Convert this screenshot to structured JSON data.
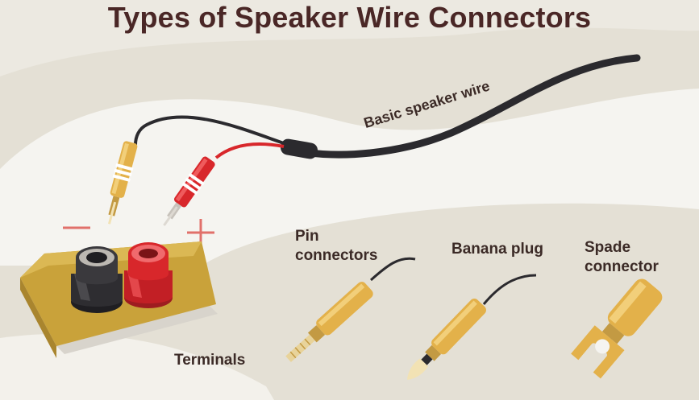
{
  "title": "Types of Speaker Wire Connectors",
  "labels": {
    "basic_wire": "Basic speaker wire",
    "pin_line1": "Pin",
    "pin_line2": "connectors",
    "banana": "Banana plug",
    "spade_line1": "Spade",
    "spade_line2": "connector",
    "terminals": "Terminals"
  },
  "symbols": {
    "minus": "−",
    "plus": "+"
  },
  "colors": {
    "background": "#e4e0d5",
    "swoosh": "#f5f4f0",
    "title": "#4a2726",
    "wire": "#2b2a2e",
    "red": "#d8272b",
    "gold": "#e3b14a",
    "terminal_block": "#c9a23a"
  }
}
